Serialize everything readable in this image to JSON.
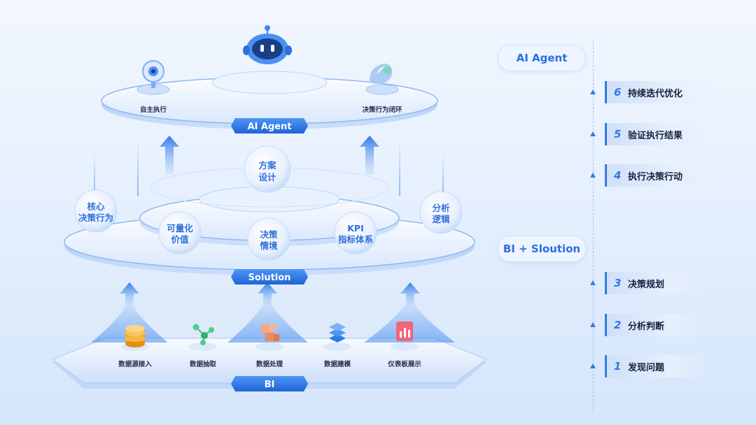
{
  "top_layer": {
    "label": "AI Agent",
    "left_caption": "自主执行",
    "right_caption": "决策行为闭环"
  },
  "middle_layer": {
    "label": "Solution",
    "center_ball": {
      "line1": "方案",
      "line2": "设计"
    },
    "balls": [
      {
        "line1": "核心",
        "line2": "决策行为"
      },
      {
        "line1": "可量化",
        "line2": "价值"
      },
      {
        "line1": "决策",
        "line2": "情境"
      },
      {
        "line1": "KPI",
        "line2": "指标体系"
      },
      {
        "line1": "分析",
        "line2": "逻辑"
      }
    ]
  },
  "bottom_layer": {
    "label": "BI",
    "items": [
      {
        "label": "数据源接入",
        "icon": "database-icon"
      },
      {
        "label": "数据抽取",
        "icon": "graph-nodes-icon"
      },
      {
        "label": "数据处理",
        "icon": "blocks-icon"
      },
      {
        "label": "数据建模",
        "icon": "layers-icon"
      },
      {
        "label": "仪表板展示",
        "icon": "dashboard-icon"
      }
    ]
  },
  "right_panel": {
    "top_pill": "AI Agent",
    "middle_pill": "BI + Sloution",
    "steps": [
      {
        "num": "6",
        "text": "持续迭代优化"
      },
      {
        "num": "5",
        "text": "验证执行结果"
      },
      {
        "num": "4",
        "text": "执行决策行动"
      },
      {
        "num": "3",
        "text": "决策规划"
      },
      {
        "num": "2",
        "text": "分析判断"
      },
      {
        "num": "1",
        "text": "发现问题"
      }
    ]
  },
  "colors": {
    "accent": "#2f7be6",
    "ball_text": "#2e6fdc",
    "label_blue": "#2a6fe0"
  }
}
